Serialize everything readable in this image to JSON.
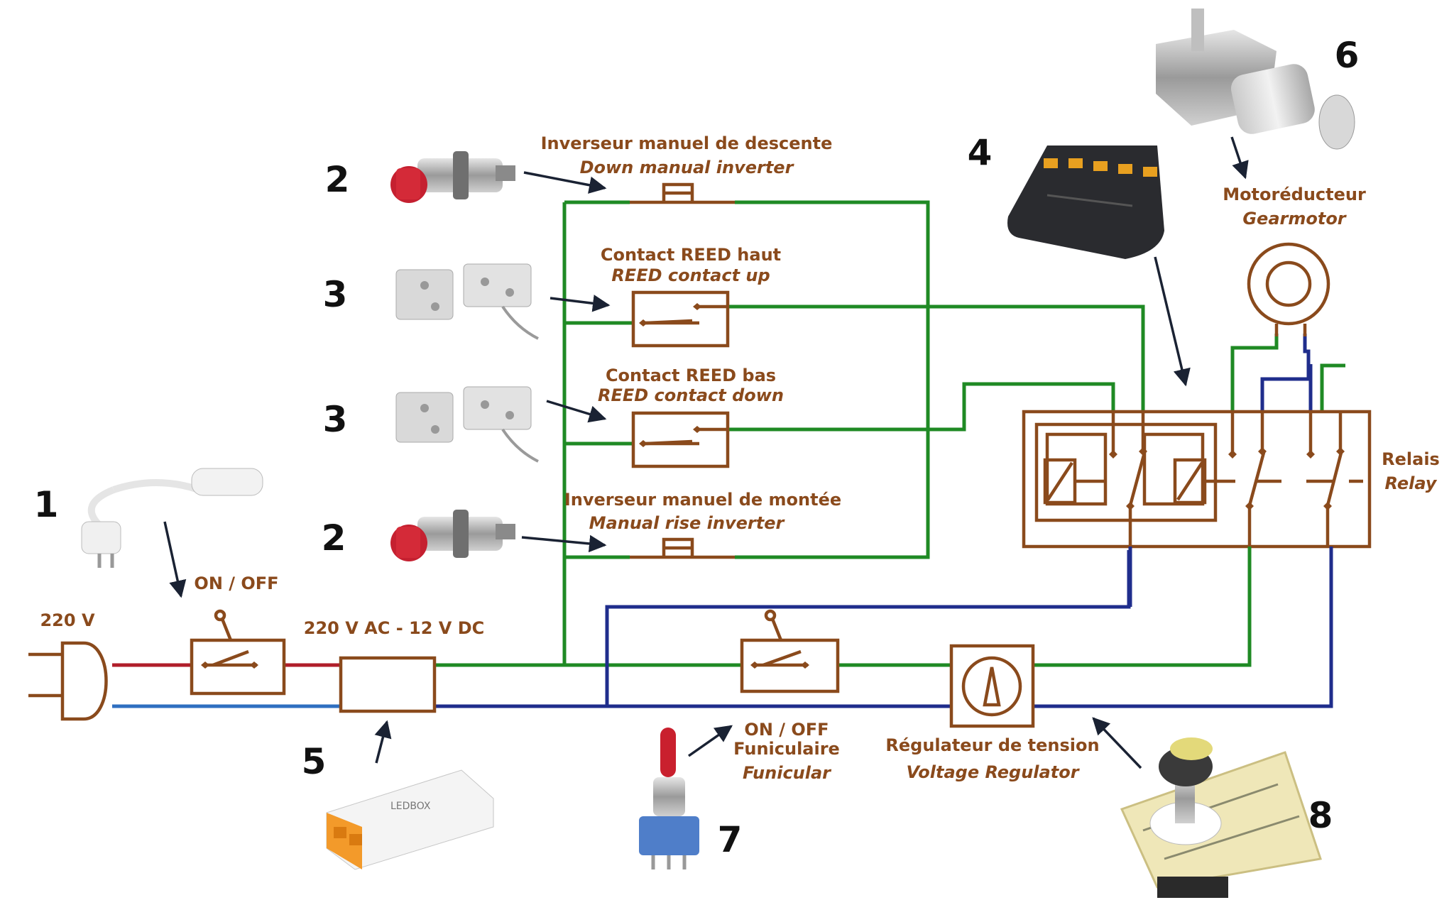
{
  "colors": {
    "brown": "#8a4a1c",
    "green": "#1f8a24",
    "blue": "#1f2d8c",
    "red": "#b01e2a",
    "light_blue": "#2f6fc0",
    "black": "#111111"
  },
  "labels": {
    "down_inverter_fr": "Inverseur manuel de descente",
    "down_inverter_en": "Down manual inverter",
    "reed_up_fr": "Contact REED haut",
    "reed_up_en": "REED contact up",
    "reed_down_fr": "Contact REED bas",
    "reed_down_en": "REED contact down",
    "rise_inverter_fr": "Inverseur manuel de montée",
    "rise_inverter_en": "Manual rise inverter",
    "onoff": "ON / OFF",
    "mains_voltage": "220 V",
    "psu": "220 V AC - 12 V DC",
    "funicular_onoff": "ON / OFF",
    "funicular_fr": "Funiculaire",
    "funicular_en": "Funicular",
    "regulator_fr": "Régulateur de tension",
    "regulator_en": "Voltage Regulator",
    "gearmotor_fr": "Motoréducteur",
    "gearmotor_en": "Gearmotor",
    "relay_fr": "Relais",
    "relay_en": "Relay"
  },
  "numbers": {
    "n1": "1",
    "n2a": "2",
    "n2b": "2",
    "n3a": "3",
    "n3b": "3",
    "n4": "4",
    "n5": "5",
    "n6": "6",
    "n7": "7",
    "n8": "8"
  },
  "icons": {
    "mains_plug": "plug-icon",
    "push_button": "push-button-photo-icon",
    "reed_sensor": "reed-sensor-photo-icon",
    "relay_module": "relay-module-photo-icon",
    "gearmotor": "gearmotor-photo-icon",
    "power_supply": "power-supply-photo-icon",
    "toggle_switch": "toggle-switch-photo-icon",
    "potentiometer_board": "regulator-board-photo-icon",
    "power_cord": "power-cord-photo-icon"
  }
}
